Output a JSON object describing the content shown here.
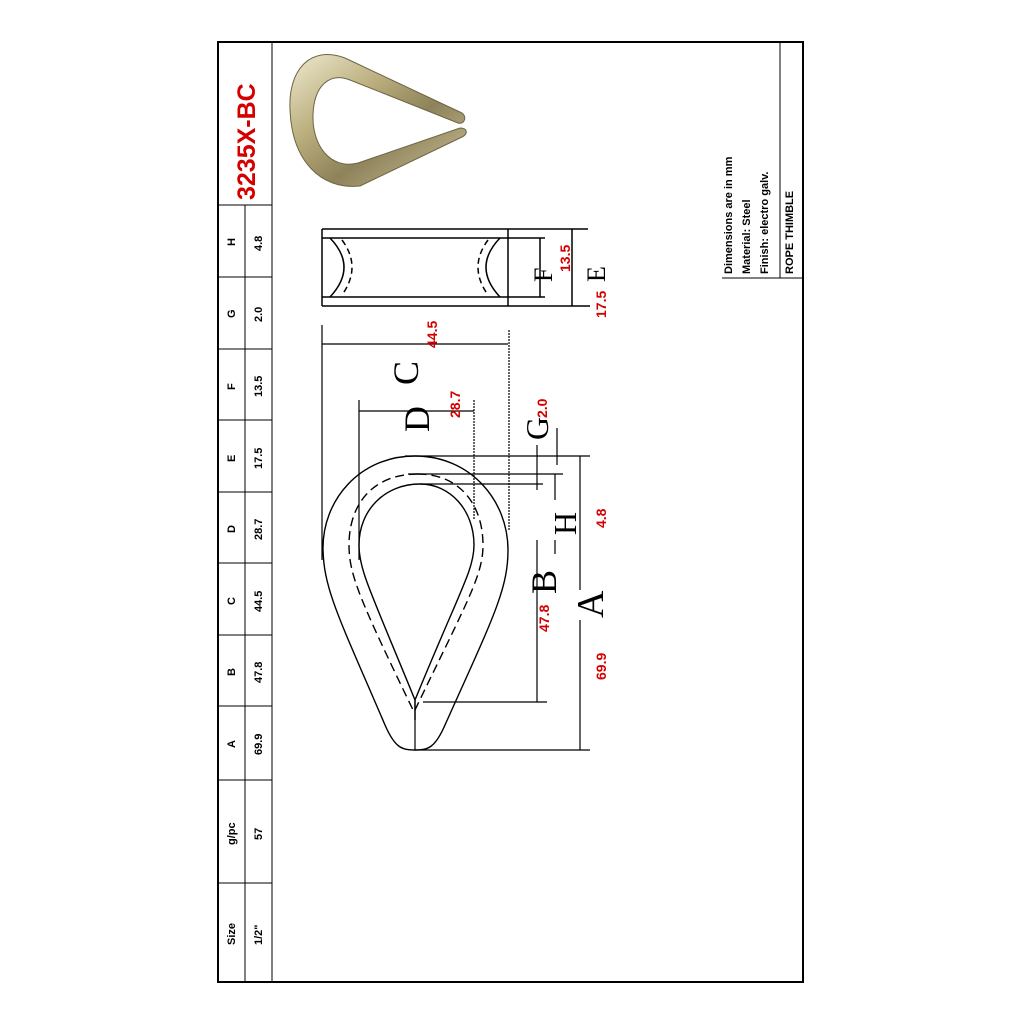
{
  "product": {
    "code": "3235X-BC",
    "name": "ROPE THIMBLE",
    "accent_color": "#d40000"
  },
  "notes": [
    "Dimensions are in mm",
    "Material: Steel",
    "Finish: electro galv."
  ],
  "spec_table": {
    "headers": [
      "Size",
      "g/pc",
      "A",
      "B",
      "C",
      "D",
      "E",
      "F",
      "G",
      "H"
    ],
    "rows": [
      [
        "1/2\"",
        "57",
        "69.9",
        "47.8",
        "44.5",
        "28.7",
        "17.5",
        "13.5",
        "2.0",
        "4.8"
      ]
    ]
  },
  "drawing": {
    "dimension_letters": {
      "A": "A",
      "B": "B",
      "C": "C",
      "D": "D",
      "E": "E",
      "F": "F",
      "G": "G",
      "H": "H"
    },
    "dimension_values": {
      "A": "69.9",
      "B": "47.8",
      "C": "44.5",
      "D": "28.7",
      "E": "17.5",
      "F": "13.5",
      "G": "2.0",
      "H": "4.8"
    },
    "photo": "rope-thimble-photo"
  }
}
